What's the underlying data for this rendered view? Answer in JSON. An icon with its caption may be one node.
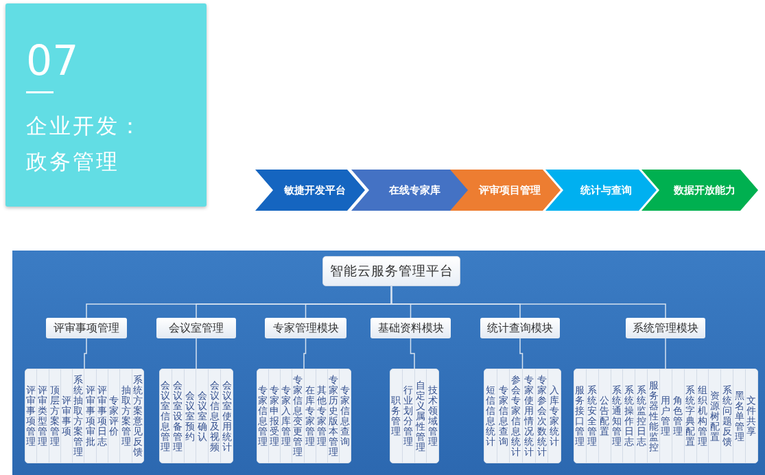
{
  "diagram": {
    "nodes": [
      {
        "text": [
          "07",
          "企业开发：政务管理"
        ]
      },
      {
        "text": [
          "敏捷开发平台"
        ]
      },
      {
        "text": [
          "在线专家库"
        ]
      },
      {
        "text": [
          "评审项目管理"
        ]
      },
      {
        "text": [
          "统计与查询"
        ]
      },
      {
        "text": [
          "数据开放能力"
        ]
      },
      {
        "text": [
          "智能云服务管理平台"
        ]
      },
      {
        "text": [
          "评审事项管理"
        ]
      },
      {
        "text": [
          "会议室管理"
        ]
      },
      {
        "text": [
          "专家管理模块"
        ]
      },
      {
        "text": [
          "基础资料模块"
        ]
      },
      {
        "text": [
          "统计查询模块"
        ]
      },
      {
        "text": [
          "系统管理模块"
        ]
      },
      {
        "text": [],
        "shape": "box"
      },
      {
        "text": [
          "评审事项管理"
        ],
        "in": 13
      },
      {
        "text": [
          "评审类型管理"
        ],
        "in": 13
      },
      {
        "text": [
          "顶层方案管理"
        ],
        "in": 13
      },
      {
        "text": [
          "评审事项"
        ],
        "in": 13
      },
      {
        "text": [
          "系统抽取方案管理"
        ],
        "in": 13
      },
      {
        "text": [
          "评审事项审批"
        ],
        "in": 13
      },
      {
        "text": [
          "评审事项日志"
        ],
        "in": 13
      },
      {
        "text": [
          "专家评价"
        ],
        "in": 13
      },
      {
        "text": [
          "抽取方案管理"
        ],
        "in": 13
      },
      {
        "text": [
          "系统方案意见反馈"
        ],
        "in": 13
      },
      {
        "text": [],
        "shape": "box"
      },
      {
        "text": [
          "会议室信息管理"
        ],
        "in": 24
      },
      {
        "text": [
          "会议室设备管理"
        ],
        "in": 24
      },
      {
        "text": [
          "会议室预约"
        ],
        "in": 24
      },
      {
        "text": [
          "会议室确认"
        ],
        "in": 24
      },
      {
        "text": [
          "会议信息及视频"
        ],
        "in": 24
      },
      {
        "text": [
          "会议室使用统计"
        ],
        "in": 24
      },
      {
        "text": [],
        "shape": "box"
      },
      {
        "text": [
          "专家信息管理"
        ],
        "in": 31
      },
      {
        "text": [
          "专家申报受理"
        ],
        "in": 31
      },
      {
        "text": [
          "专家入库管理"
        ],
        "in": 31
      },
      {
        "text": [
          "专家信息变更管理"
        ],
        "in": 31
      },
      {
        "text": [
          "在库专家管理"
        ],
        "in": 31
      },
      {
        "text": [
          "其他专家管理"
        ],
        "in": 31
      },
      {
        "text": [
          "专家历史版本管理"
        ],
        "in": 31
      },
      {
        "text": [
          "专家信息查询"
        ],
        "in": 31
      },
      {
        "text": [],
        "shape": "box"
      },
      {
        "text": [
          "职务管理"
        ],
        "in": 40
      },
      {
        "text": [
          "行业划分管理"
        ],
        "in": 40
      },
      {
        "text": [
          "自定义属性管理"
        ],
        "in": 40
      },
      {
        "text": [
          "技术领域管理"
        ],
        "in": 40
      },
      {
        "text": [],
        "shape": "box"
      },
      {
        "text": [
          "短信信息统计"
        ],
        "in": 45
      },
      {
        "text": [
          "专家信息查询"
        ],
        "in": 45
      },
      {
        "text": [
          "参会专家信息统计"
        ],
        "in": 45
      },
      {
        "text": [
          "专家使用情况统计"
        ],
        "in": 45
      },
      {
        "text": [
          "专家参会次数统计"
        ],
        "in": 45
      },
      {
        "text": [
          "入库专家统计"
        ],
        "in": 45
      },
      {
        "text": [],
        "shape": "box"
      },
      {
        "text": [
          "服务接口管理"
        ],
        "in": 52
      },
      {
        "text": [
          "系统安全管理"
        ],
        "in": 52
      },
      {
        "text": [
          "公告配置"
        ],
        "in": 52
      },
      {
        "text": [
          "系统通知管理"
        ],
        "in": 52
      },
      {
        "text": [
          "系统操作日志"
        ],
        "in": 52
      },
      {
        "text": [
          "系统监控日志"
        ],
        "in": 52
      },
      {
        "text": [
          "服务器性能监控"
        ],
        "in": 52
      },
      {
        "text": [
          "用户管理"
        ],
        "in": 52
      },
      {
        "text": [
          "角色管理"
        ],
        "in": 52
      },
      {
        "text": [
          "系统字典配置"
        ],
        "in": 52
      },
      {
        "text": [
          "组织机构管理"
        ],
        "in": 52
      },
      {
        "text": [
          "资源树配置"
        ],
        "in": 52
      },
      {
        "text": [
          "系统问题反馈"
        ],
        "in": 52
      },
      {
        "text": [
          "黑名单管理"
        ],
        "in": 52
      },
      {
        "text": [
          "文件共享"
        ],
        "in": 52
      }
    ],
    "edges": [
      {
        "from": 6,
        "to": 7,
        "arrow": "none"
      },
      {
        "from": 6,
        "to": 8,
        "arrow": "none"
      },
      {
        "from": 6,
        "to": 9,
        "arrow": "none"
      },
      {
        "from": 6,
        "to": 10,
        "arrow": "none"
      },
      {
        "from": 6,
        "to": 11,
        "arrow": "none"
      },
      {
        "from": 6,
        "to": 12,
        "arrow": "none"
      },
      {
        "from": 7,
        "to": 13,
        "arrow": "none"
      },
      {
        "from": 8,
        "to": 24,
        "arrow": "none"
      },
      {
        "from": 9,
        "to": 31,
        "arrow": "none"
      },
      {
        "from": 10,
        "to": 40,
        "arrow": "none"
      },
      {
        "from": 11,
        "to": 45,
        "arrow": "none"
      },
      {
        "from": 12,
        "to": 52,
        "arrow": "none"
      }
    ]
  }
}
